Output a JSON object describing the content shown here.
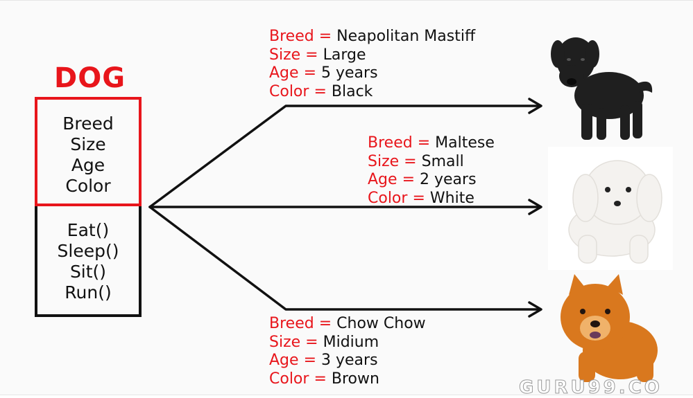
{
  "class": {
    "title": "DOG",
    "attributes": [
      "Breed",
      "Size",
      "Age",
      "Color"
    ],
    "methods": [
      "Eat()",
      "Sleep()",
      "Sit()",
      "Run()"
    ]
  },
  "objects": [
    {
      "rows": [
        {
          "key": "Breed",
          "eq": "=",
          "value": "Neapolitan Mastiff"
        },
        {
          "key": "Size",
          "eq": "=",
          "value": "Large"
        },
        {
          "key": "Age",
          "eq": "=",
          "value": "5 years"
        },
        {
          "key": "Color",
          "eq": "=",
          "value": "Black"
        }
      ],
      "image": "black-neapolitan-mastiff-puppy",
      "color": "#1f1f1f"
    },
    {
      "rows": [
        {
          "key": "Breed",
          "eq": "=",
          "value": "Maltese"
        },
        {
          "key": "Size",
          "eq": "=",
          "value": "Small"
        },
        {
          "key": "Age",
          "eq": "=",
          "value": "2 years"
        },
        {
          "key": "Color",
          "eq": "=",
          "value": "White"
        }
      ],
      "image": "white-maltese-puppy",
      "color": "#f4f4f4"
    },
    {
      "rows": [
        {
          "key": "Breed",
          "eq": "=",
          "value": "Chow Chow"
        },
        {
          "key": "Size",
          "eq": "=",
          "value": "Midium"
        },
        {
          "key": "Age",
          "eq": "=",
          "value": "3 years"
        },
        {
          "key": "Color",
          "eq": "=",
          "value": "Brown"
        }
      ],
      "image": "brown-chow-chow-puppy",
      "color": "#d9781e"
    }
  ],
  "watermark": "GURU99.CO",
  "colors": {
    "accent": "#e8151b",
    "ink": "#111111"
  }
}
